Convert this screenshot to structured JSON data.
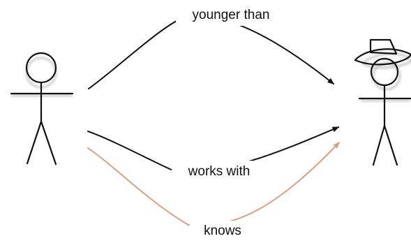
{
  "colors": {
    "edge_default": "#111111",
    "edge_knows": "#d7a184",
    "figure": "#111111",
    "shadow": "#b9b9b9"
  },
  "icons": {
    "left_person": "stick-figure-icon",
    "right_person": "cowboy-stick-figure-icon",
    "hat": "cowboy-hat-icon"
  },
  "relations": [
    {
      "label": "younger than",
      "style": "black"
    },
    {
      "label": "works with",
      "style": "black"
    },
    {
      "label": "knows",
      "style": "peach"
    }
  ]
}
